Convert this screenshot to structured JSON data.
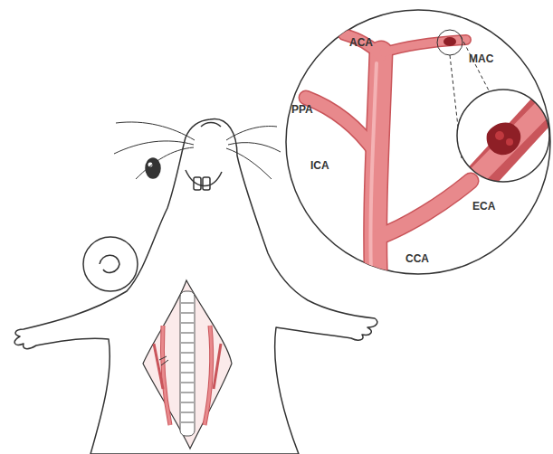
{
  "diagram": {
    "labels": [
      "ACA",
      "MAC",
      "PPA",
      "ICA",
      "ECA",
      "CCA"
    ]
  }
}
